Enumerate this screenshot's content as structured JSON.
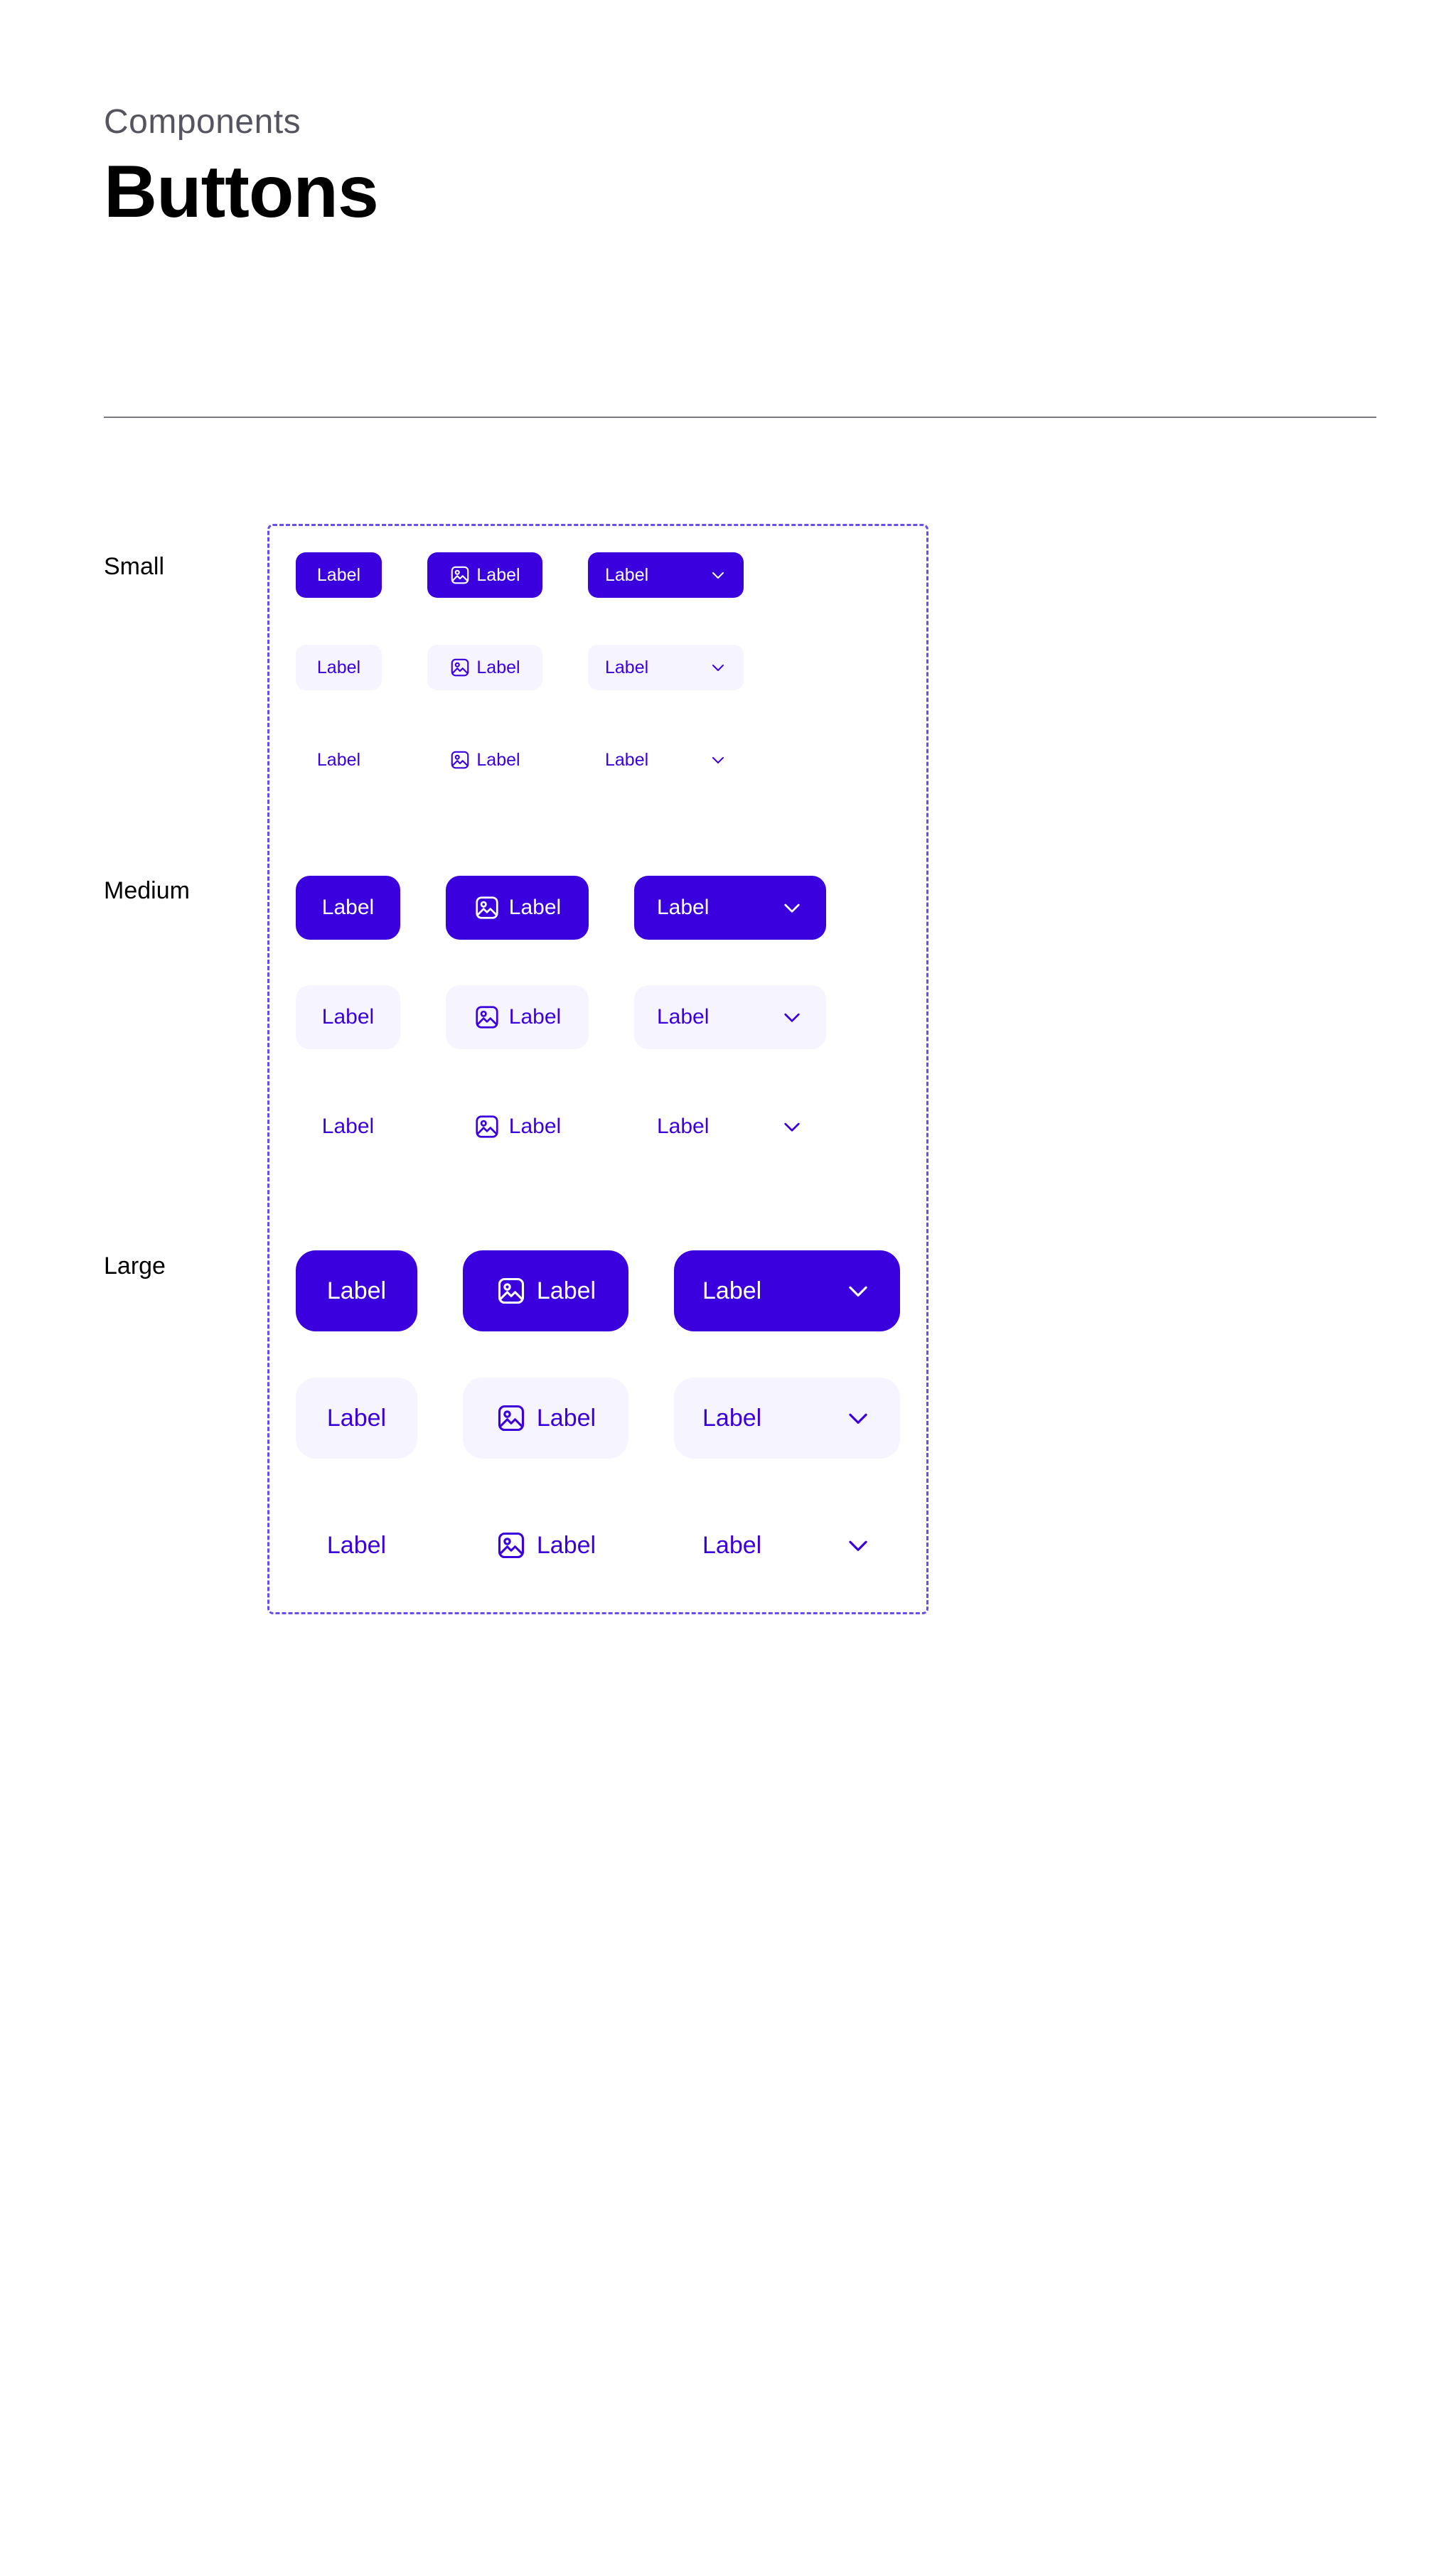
{
  "header": {
    "eyebrow": "Components",
    "title": "Buttons"
  },
  "sizes": {
    "small": "Small",
    "medium": "Medium",
    "large": "Large"
  },
  "button_label": "Label",
  "colors": {
    "primary": "#3a00dd",
    "tonal_bg": "#f6f4ff",
    "frame_border": "#6a4df0",
    "divider": "#7a7a80"
  },
  "icons": {
    "leading": "image-icon",
    "trailing": "chevron-down-icon"
  }
}
